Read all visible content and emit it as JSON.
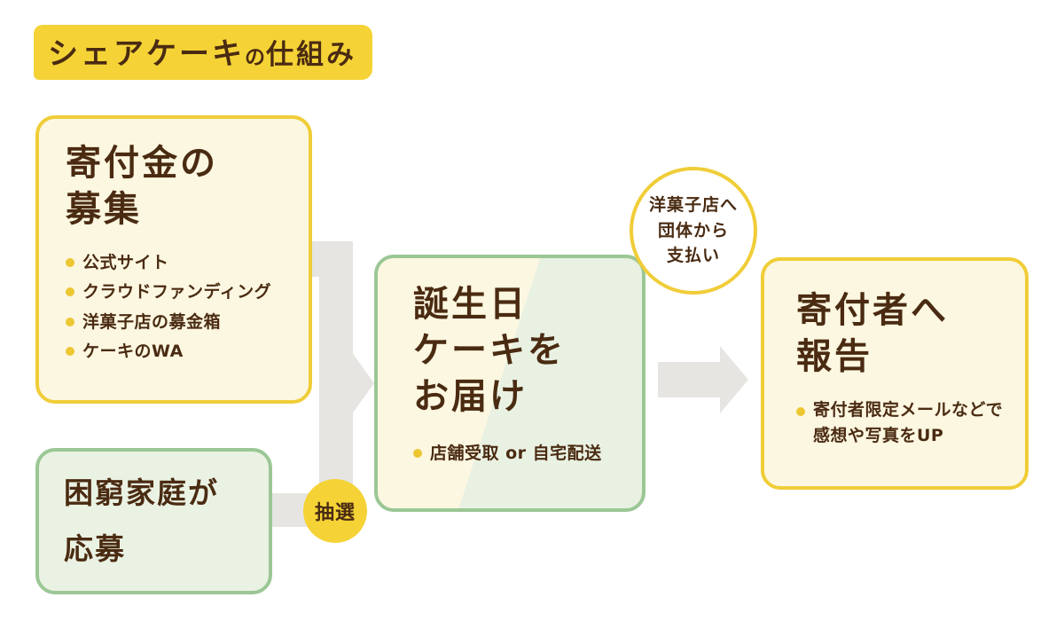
{
  "page": {
    "title": "シェアケーキの仕組み",
    "title_parts": {
      "main": "シェアケーキ",
      "particle": "の",
      "rest": "仕組み"
    }
  },
  "boxes": {
    "donation": {
      "title_line1": "寄付金の",
      "title_line2": "募集",
      "items": [
        "公式サイト",
        "クラウドファンディング",
        "洋菓子店の募金箱",
        "ケーキのWA"
      ]
    },
    "applicants": {
      "title_line1": "困窮家庭が",
      "title_line2": "応募"
    },
    "delivery": {
      "title_line1": "誕生日",
      "title_line2": "ケーキを",
      "title_line3": "お届け",
      "items": [
        "店舗受取 or 自宅配送"
      ]
    },
    "report": {
      "title_line1": "寄付者へ",
      "title_line2": "報告",
      "items": [
        "寄付者限定メールなどで感想や写真をUP"
      ]
    }
  },
  "badges": {
    "lottery": "抽選",
    "payment": {
      "line1": "洋菓子店へ",
      "line2": "団体から",
      "line3": "支払い"
    }
  },
  "colors": {
    "text_brown": "#4a2b12",
    "yellow": "#f5d336",
    "yellow_border": "#f0cd38",
    "cream": "#fcf7e1",
    "green_border": "#9bc795",
    "green_light": "#eaf2e3",
    "arrow_gray": "#e6e5e1",
    "background": "#ffffff"
  }
}
